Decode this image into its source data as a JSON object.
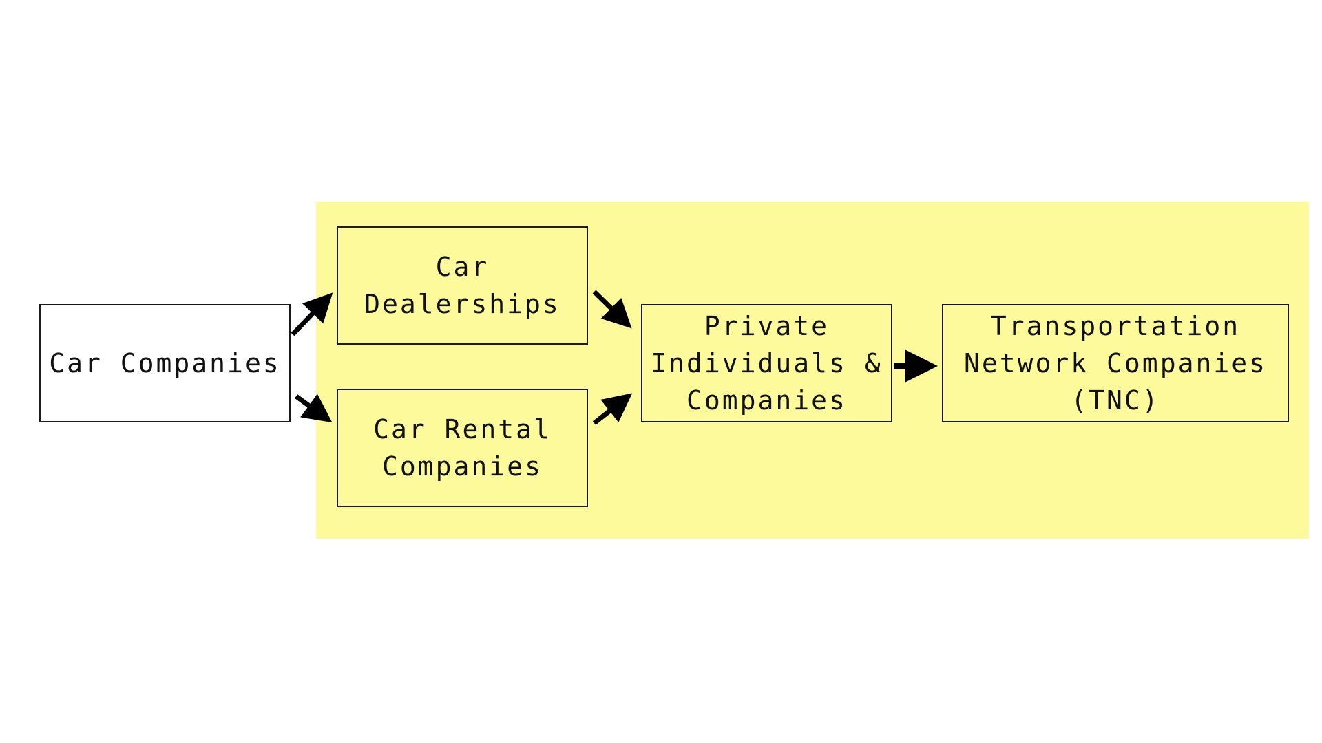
{
  "colors": {
    "highlight": "#fdfa9c",
    "box_fill_plain": "#ffffff",
    "box_fill_highlight": "#fdfa9c",
    "stroke": "#1a1a1a",
    "arrow": "#000000"
  },
  "nodes": [
    {
      "id": "car_companies",
      "label": "Car Companies",
      "highlighted": false
    },
    {
      "id": "dealerships",
      "label": "Car\nDealerships",
      "highlighted": true
    },
    {
      "id": "rental",
      "label": "Car Rental\nCompanies",
      "highlighted": true
    },
    {
      "id": "private",
      "label": "Private\nIndividuals &\nCompanies",
      "highlighted": true
    },
    {
      "id": "tnc",
      "label": "Transportation\nNetwork Companies\n(TNC)",
      "highlighted": true
    }
  ],
  "edges": [
    {
      "from": "car_companies",
      "to": "dealerships"
    },
    {
      "from": "car_companies",
      "to": "rental"
    },
    {
      "from": "dealerships",
      "to": "private"
    },
    {
      "from": "rental",
      "to": "private"
    },
    {
      "from": "private",
      "to": "tnc"
    }
  ]
}
